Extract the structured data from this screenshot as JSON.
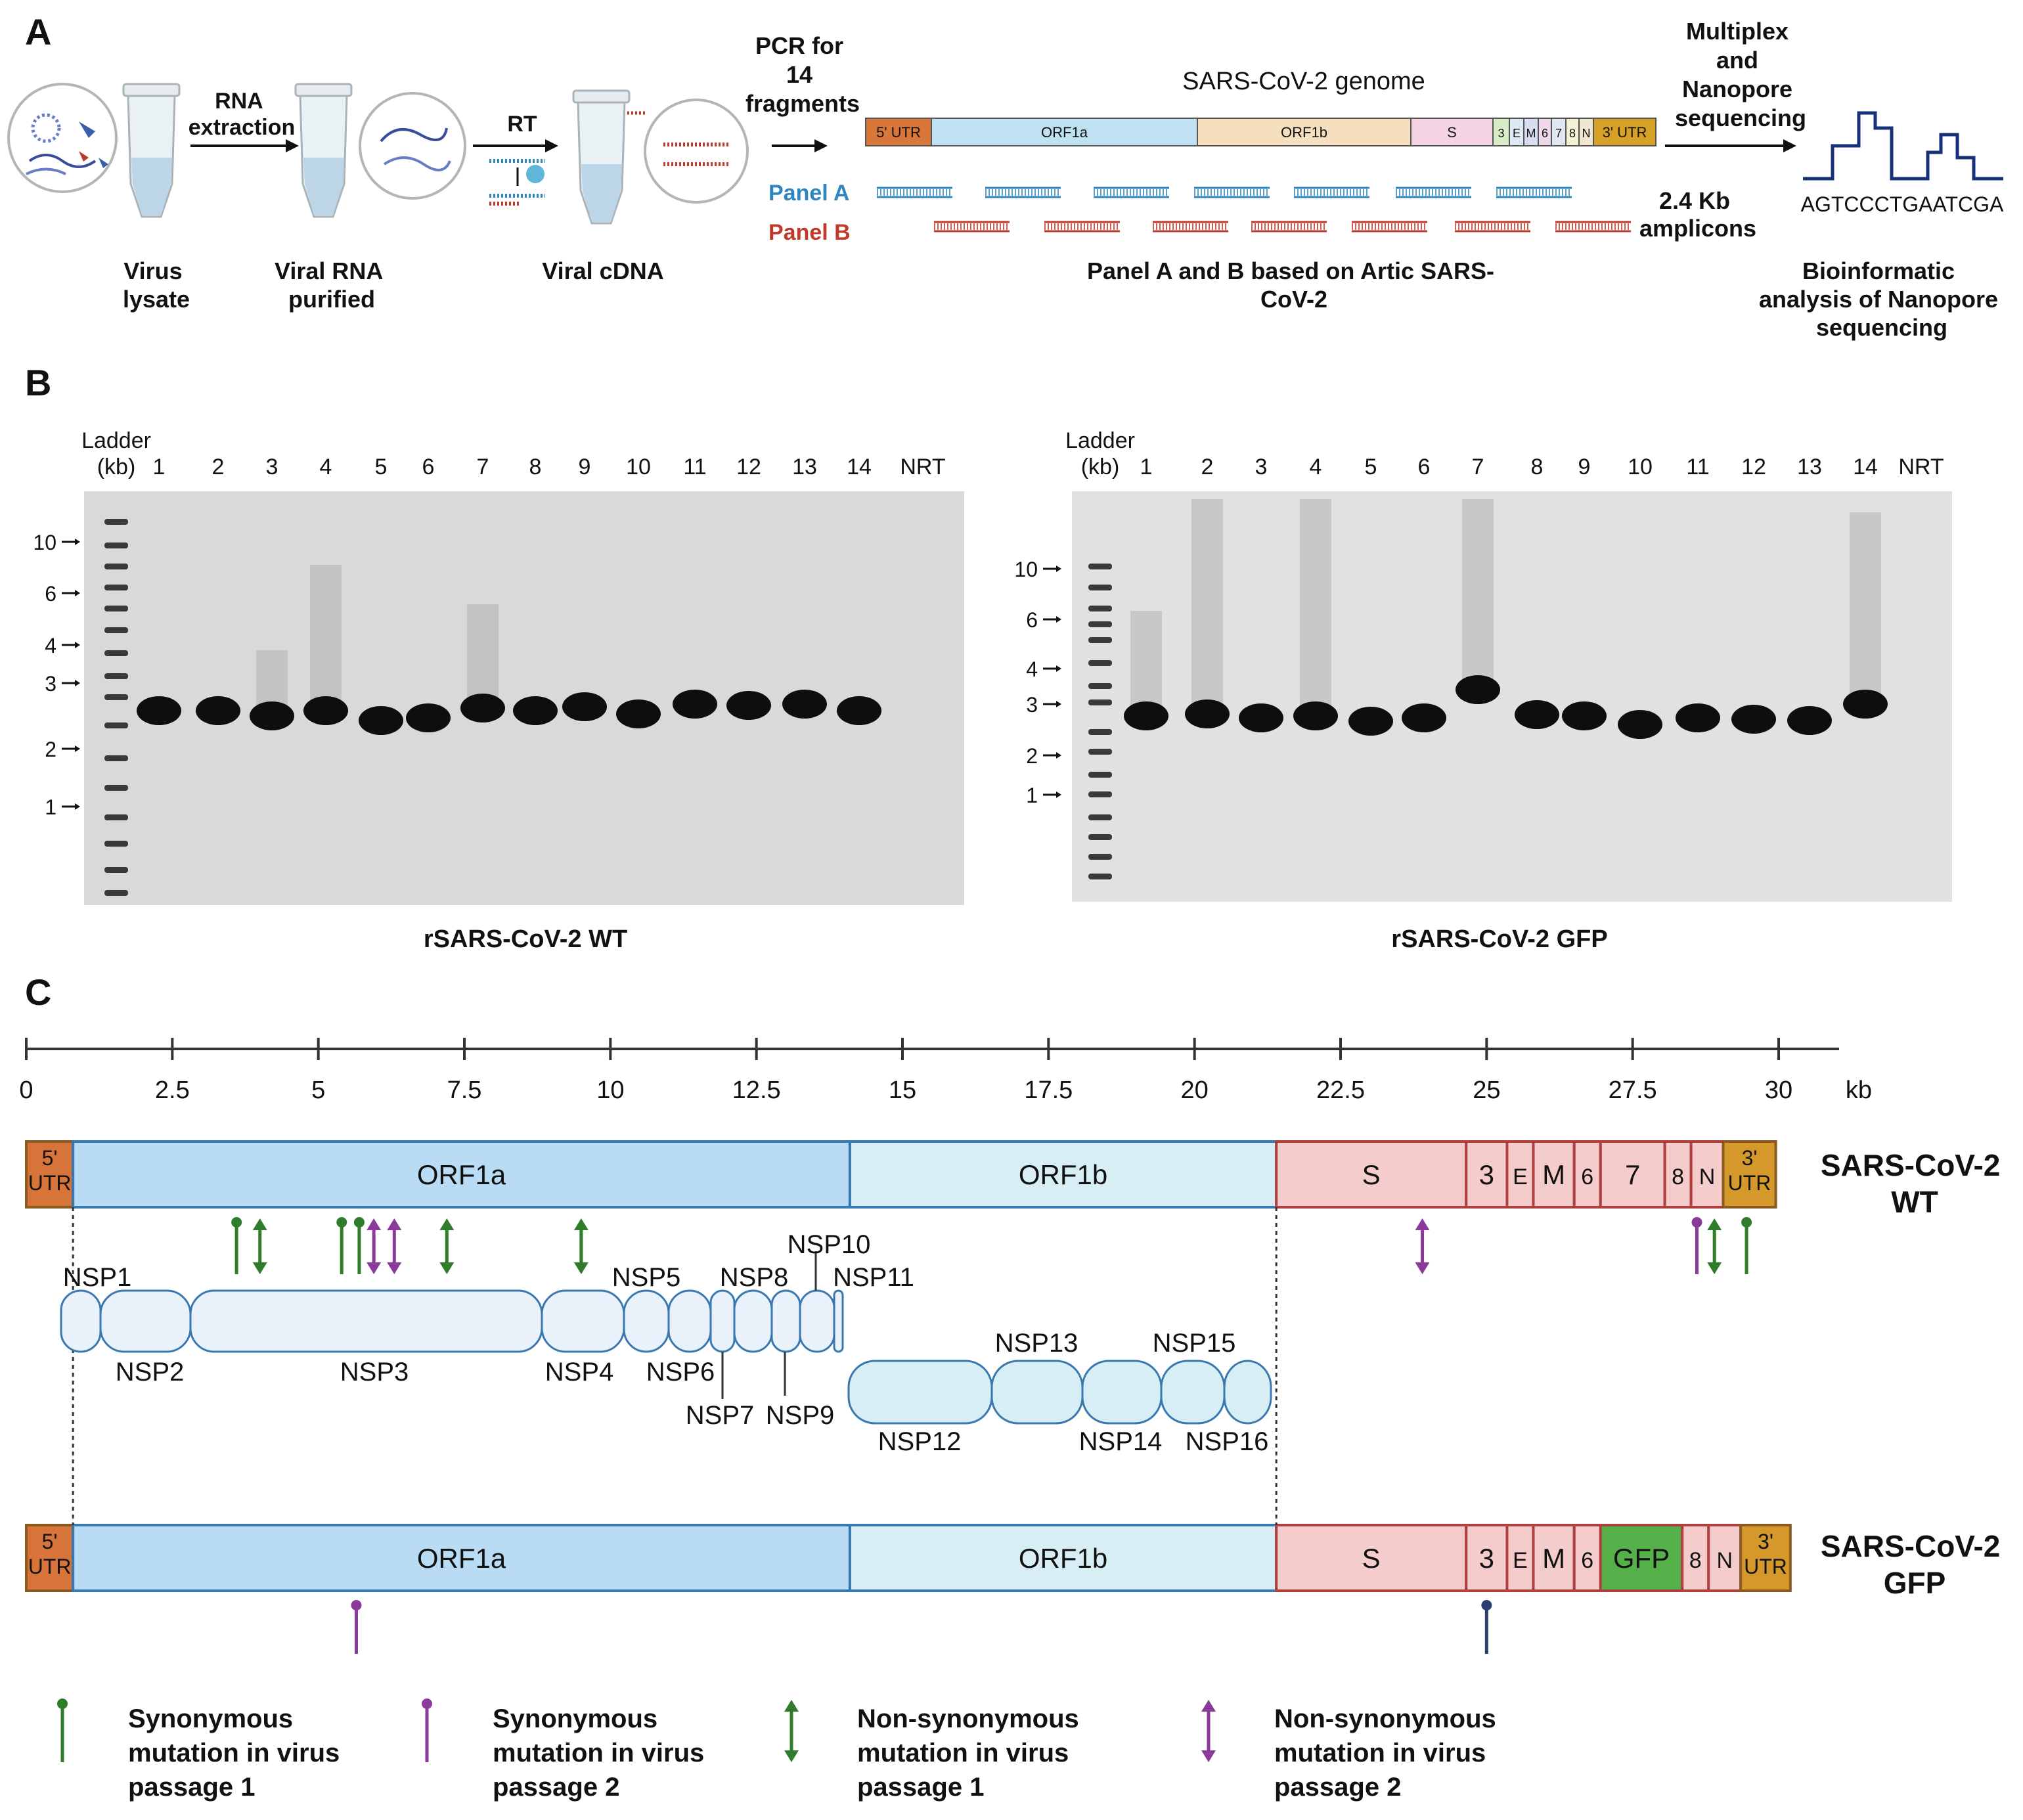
{
  "panel_letters": {
    "a": "A",
    "b": "B",
    "c": "C"
  },
  "panel_a": {
    "step_rna_extraction": [
      "RNA",
      "extraction"
    ],
    "step_rt": "RT",
    "step_pcr": [
      "PCR for",
      "14",
      "fragments"
    ],
    "step_sequencing": [
      "Multiplex",
      "and",
      "Nanopore",
      "sequencing"
    ],
    "caption_lysate": [
      "Virus",
      "lysate"
    ],
    "caption_rna": [
      "Viral RNA",
      "purified"
    ],
    "caption_cdna": "Viral cDNA",
    "genome_title": "SARS-CoV-2 genome",
    "genome_segments": [
      {
        "label": "5' UTR",
        "color": "#d9763a"
      },
      {
        "label": "ORF1a",
        "color": "#bfe1f2"
      },
      {
        "label": "ORF1b",
        "color": "#f5dfbf"
      },
      {
        "label": "S",
        "color": "#f6d3e3"
      },
      {
        "label": "3",
        "color": "#d8ecc8"
      },
      {
        "label": "E",
        "color": "#dfe8f5"
      },
      {
        "label": "M",
        "color": "#d7dcf0"
      },
      {
        "label": "6",
        "color": "#efd7ea"
      },
      {
        "label": "7",
        "color": "#e1e6f3"
      },
      {
        "label": "8",
        "color": "#f3f2d2"
      },
      {
        "label": "N",
        "color": "#f1e6cf"
      },
      {
        "label": "3' UTR",
        "color": "#d6a126"
      }
    ],
    "panel_a_label": "Panel A",
    "panel_b_label": "Panel B",
    "amplicon_size": [
      "2.4 Kb",
      "amplicons"
    ],
    "panels_caption": [
      "Panel A and B based on Artic SARS-",
      "CoV-2"
    ],
    "sequence": "AGTCCCTGAATCGA",
    "bioinfo_caption": [
      "Bioinformatic",
      "analysis of Nanopore",
      "sequencing"
    ],
    "colors": {
      "panel_a": "#2e86c1",
      "panel_b": "#c0392b",
      "trace": "#17307a"
    }
  },
  "panel_b": {
    "gels": [
      {
        "caption": "rSARS-CoV-2 WT",
        "ladder_label": [
          "Ladder",
          "(kb)"
        ],
        "lanes": [
          "1",
          "2",
          "3",
          "4",
          "5",
          "6",
          "7",
          "8",
          "9",
          "10",
          "11",
          "12",
          "13",
          "14",
          "NRT"
        ],
        "size_markers": [
          "10",
          "6",
          "4",
          "3",
          "2",
          "1"
        ]
      },
      {
        "caption": "rSARS-CoV-2 GFP",
        "ladder_label": [
          "Ladder",
          "(kb)"
        ],
        "lanes": [
          "1",
          "2",
          "3",
          "4",
          "5",
          "6",
          "7",
          "8",
          "9",
          "10",
          "11",
          "12",
          "13",
          "14",
          "NRT"
        ],
        "size_markers": [
          "10",
          "6",
          "4",
          "3",
          "2",
          "1"
        ]
      }
    ]
  },
  "panel_c": {
    "axis_unit": "kb",
    "axis_ticks": [
      "0",
      "2.5",
      "5",
      "7.5",
      "10",
      "12.5",
      "15",
      "17.5",
      "20",
      "22.5",
      "25",
      "27.5",
      "30"
    ],
    "axis_tick_values": [
      0,
      2.5,
      5,
      7.5,
      10,
      12.5,
      15,
      17.5,
      20,
      22.5,
      25,
      27.5,
      30
    ],
    "wt_genome": {
      "name": [
        "SARS-CoV-2",
        "WT"
      ],
      "segments": [
        {
          "label": [
            "5'",
            "UTR"
          ],
          "start": 0,
          "end": 0.8,
          "color": "#d6743a"
        },
        {
          "label": [
            "ORF1a"
          ],
          "start": 0.8,
          "end": 14.1,
          "color": "#b9dbf3"
        },
        {
          "label": [
            "ORF1b"
          ],
          "start": 14.1,
          "end": 21.4,
          "color": "#d8eef5"
        },
        {
          "label": [
            "S"
          ],
          "start": 21.4,
          "end": 24.65,
          "color": "#f5cccc"
        },
        {
          "label": [
            "3"
          ],
          "start": 24.65,
          "end": 25.35,
          "color": "#f5cccc"
        },
        {
          "label": [
            "E"
          ],
          "start": 25.35,
          "end": 25.8,
          "color": "#f5cccc"
        },
        {
          "label": [
            "M"
          ],
          "start": 25.8,
          "end": 26.5,
          "color": "#f5cccc"
        },
        {
          "label": [
            "6"
          ],
          "start": 26.5,
          "end": 26.95,
          "color": "#f5cccc"
        },
        {
          "label": [
            "7"
          ],
          "start": 26.95,
          "end": 28.05,
          "color": "#f5cccc"
        },
        {
          "label": [
            "8"
          ],
          "start": 28.05,
          "end": 28.5,
          "color": "#f5cccc"
        },
        {
          "label": [
            "N"
          ],
          "start": 28.5,
          "end": 29.05,
          "color": "#f5cccc"
        },
        {
          "label": [
            "3'",
            "UTR"
          ],
          "start": 29.05,
          "end": 29.95,
          "color": "#d4992a"
        }
      ]
    },
    "gfp_genome": {
      "name": [
        "SARS-CoV-2",
        "GFP"
      ],
      "segments": [
        {
          "label": [
            "5'",
            "UTR"
          ],
          "start": 0,
          "end": 0.8,
          "color": "#d6743a"
        },
        {
          "label": [
            "ORF1a"
          ],
          "start": 0.8,
          "end": 14.1,
          "color": "#b9dbf3"
        },
        {
          "label": [
            "ORF1b"
          ],
          "start": 14.1,
          "end": 21.4,
          "color": "#d8eef5"
        },
        {
          "label": [
            "S"
          ],
          "start": 21.4,
          "end": 24.65,
          "color": "#f5cccc"
        },
        {
          "label": [
            "3"
          ],
          "start": 24.65,
          "end": 25.35,
          "color": "#f5cccc"
        },
        {
          "label": [
            "E"
          ],
          "start": 25.35,
          "end": 25.8,
          "color": "#f5cccc"
        },
        {
          "label": [
            "M"
          ],
          "start": 25.8,
          "end": 26.5,
          "color": "#f5cccc"
        },
        {
          "label": [
            "6"
          ],
          "start": 26.5,
          "end": 26.95,
          "color": "#f5cccc"
        },
        {
          "label": [
            "GFP"
          ],
          "start": 26.95,
          "end": 28.35,
          "color": "#56b04a"
        },
        {
          "label": [
            "8"
          ],
          "start": 28.35,
          "end": 28.8,
          "color": "#f5cccc"
        },
        {
          "label": [
            "N"
          ],
          "start": 28.8,
          "end": 29.35,
          "color": "#f5cccc"
        },
        {
          "label": [
            "3'",
            "UTR"
          ],
          "start": 29.35,
          "end": 30.2,
          "color": "#d4992a"
        }
      ]
    },
    "nsp_labels": [
      "NSP1",
      "NSP2",
      "NSP3",
      "NSP4",
      "NSP5",
      "NSP6",
      "NSP7",
      "NSP8",
      "NSP9",
      "NSP10",
      "NSP11",
      "NSP12",
      "NSP13",
      "NSP14",
      "NSP15",
      "NSP16"
    ],
    "wt_mutations": [
      {
        "pos": 3.6,
        "kind": "syn-p1"
      },
      {
        "pos": 4.0,
        "kind": "nonsyn-p1"
      },
      {
        "pos": 5.4,
        "kind": "syn-p1"
      },
      {
        "pos": 5.7,
        "kind": "syn-p1"
      },
      {
        "pos": 5.95,
        "kind": "nonsyn-p2"
      },
      {
        "pos": 6.3,
        "kind": "nonsyn-p2"
      },
      {
        "pos": 7.2,
        "kind": "nonsyn-p1"
      },
      {
        "pos": 9.5,
        "kind": "nonsyn-p1"
      },
      {
        "pos": 23.9,
        "kind": "nonsyn-p2"
      },
      {
        "pos": 28.6,
        "kind": "syn-p2"
      },
      {
        "pos": 28.9,
        "kind": "nonsyn-p1"
      },
      {
        "pos": 29.45,
        "kind": "syn-p1"
      }
    ],
    "gfp_mutations": [
      {
        "pos": 5.65,
        "kind": "syn-p2"
      },
      {
        "pos": 25.0,
        "kind": "syn-other"
      }
    ],
    "legend": [
      {
        "kind": "syn-p1",
        "text": [
          "Synonymous",
          "mutation in virus",
          "passage 1"
        ]
      },
      {
        "kind": "syn-p2",
        "text": [
          "Synonymous",
          "mutation in virus",
          "passage 2"
        ]
      },
      {
        "kind": "nonsyn-p1",
        "text": [
          "Non-synonymous",
          "mutation in virus",
          "passage 1"
        ]
      },
      {
        "kind": "nonsyn-p2",
        "text": [
          "Non-synonymous",
          "mutation in virus",
          "passage 2"
        ]
      }
    ],
    "colors": {
      "passage1": "#2f7d2a",
      "passage2": "#8a3a9a",
      "other": "#2c3e70"
    }
  }
}
